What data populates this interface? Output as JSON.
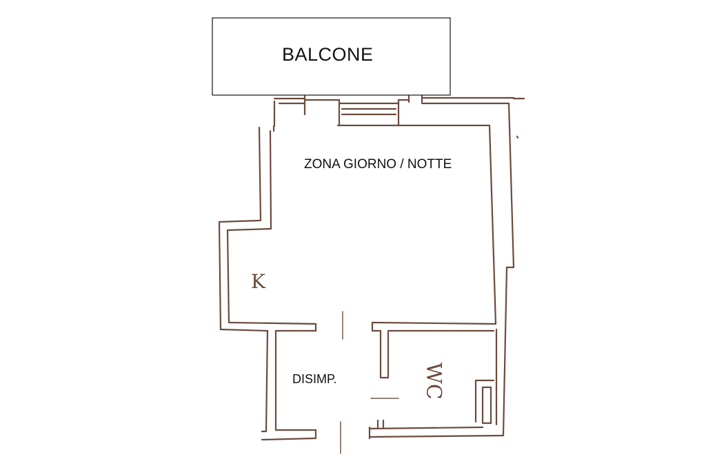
{
  "rooms": {
    "balcony": "BALCONE",
    "living_area": "ZONA GIORNO / NOTTE",
    "hallway": "DISIMP.",
    "kitchen_marker": "K",
    "bathroom": "WC"
  },
  "colors": {
    "wall_stroke": "#6b4a3c",
    "label_text": "#111111",
    "balcony_border": "#222222",
    "background": "#ffffff"
  }
}
